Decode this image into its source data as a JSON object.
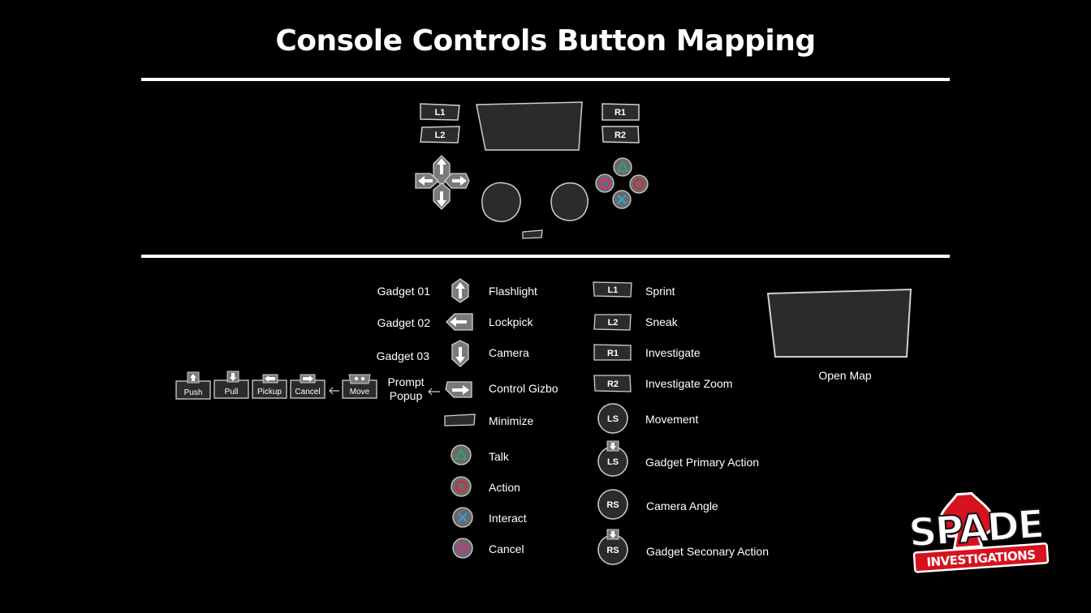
{
  "title": "Console Controls Button Mapping",
  "controller": {
    "shoulder_buttons": [
      "L1",
      "L2",
      "R1",
      "R2"
    ]
  },
  "left_mappings": [
    {
      "prefix": "Gadget 01",
      "button": "dpad-up",
      "action": "Flashlight"
    },
    {
      "prefix": "Gadget 02",
      "button": "dpad-left",
      "action": "Lockpick"
    },
    {
      "prefix": "Gadget 03",
      "button": "dpad-down",
      "action": "Camera"
    },
    {
      "prefix": "Prompt Popup",
      "button": "dpad-right",
      "action": "Control Gizbo"
    },
    {
      "prefix": "",
      "button": "touchpad-small",
      "action": "Minimize"
    },
    {
      "prefix": "",
      "button": "triangle",
      "action": "Talk"
    },
    {
      "prefix": "",
      "button": "circle",
      "action": "Action"
    },
    {
      "prefix": "",
      "button": "cross",
      "action": "Interact"
    },
    {
      "prefix": "",
      "button": "square",
      "action": "Cancel"
    }
  ],
  "right_mappings": [
    {
      "button": "L1",
      "action": "Sprint"
    },
    {
      "button": "L2",
      "action": "Sneak"
    },
    {
      "button": "R1",
      "action": "Investigate"
    },
    {
      "button": "R2",
      "action": "Investigate Zoom"
    },
    {
      "button": "LS",
      "action": "Movement"
    },
    {
      "button": "LS",
      "action": "Gadget Primary Action"
    },
    {
      "button": "RS",
      "action": "Camera Angle"
    },
    {
      "button": "RS",
      "action": "Gadget Seconary Action"
    }
  ],
  "prompt_chain": [
    "Push",
    "Pull",
    "Pickup",
    "Cancel",
    "Move"
  ],
  "touchpad": {
    "action": "Open Map"
  },
  "logo": {
    "top": "SPADE",
    "bottom": "INVESTIGATIONS"
  },
  "colors": {
    "triangle": "#2ea86b",
    "circle": "#e0242f",
    "cross": "#2aa7e0",
    "square": "#e0248f",
    "key_fill": "#2b2b2b",
    "key_stroke": "#cfcfcf",
    "logo_red": "#d6121f"
  }
}
